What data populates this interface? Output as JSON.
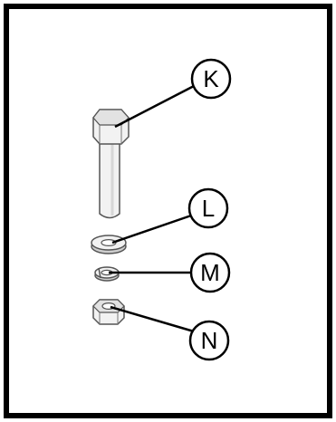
{
  "diagram": {
    "callouts": [
      {
        "id": "bolt",
        "letter": "K",
        "part": "hex-bolt"
      },
      {
        "id": "flat-washer",
        "letter": "L",
        "part": "flat-washer"
      },
      {
        "id": "lock-washer",
        "letter": "M",
        "part": "lock-washer"
      },
      {
        "id": "hex-nut",
        "letter": "N",
        "part": "hex-nut"
      }
    ],
    "colors": {
      "border": "#000000",
      "line": "#000000",
      "part_fill": "#f2f2f2",
      "part_shade": "#cfcfcf",
      "part_stroke": "#555555"
    }
  }
}
